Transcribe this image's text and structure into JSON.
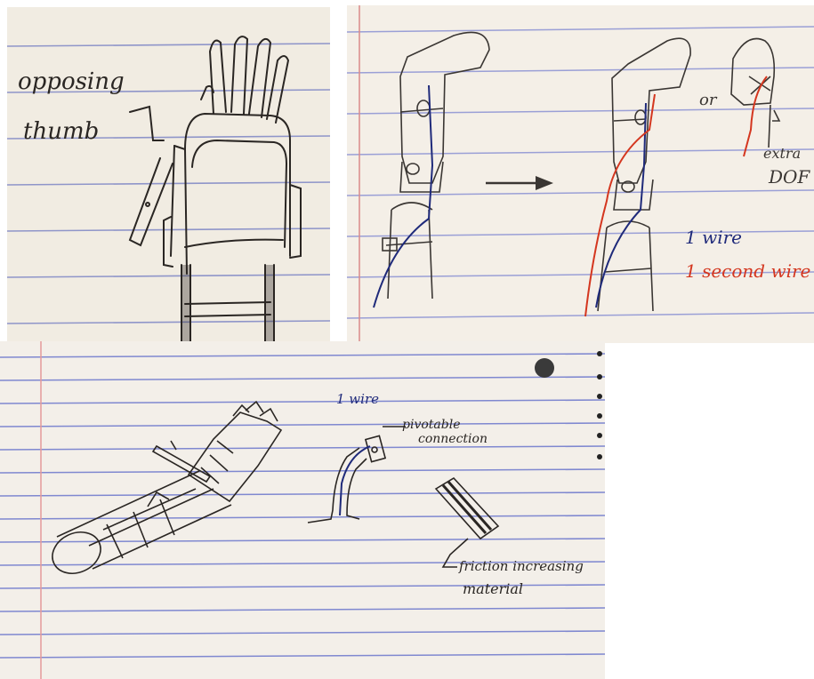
{
  "photo_1": {
    "labels": {
      "line_1": "opposing",
      "line_2": "thumb"
    },
    "colors": {
      "paper": "#f1ece2",
      "rule": "#8f95c9",
      "pencil": "#2a2623"
    }
  },
  "photo_2": {
    "labels": {
      "or": "or",
      "extra_1": "extra",
      "extra_2": "DOF",
      "legend_blue": "1 wire",
      "legend_red": "1 second wire"
    },
    "colors": {
      "paper": "#f4efe7",
      "rule": "#9a9fd6",
      "margin": "#d98a8a",
      "blue_ink": "#1f2a7a",
      "red_ink": "#d4361f",
      "pencil": "#3a3633"
    }
  },
  "photo_3": {
    "labels": {
      "wire": "1 wire",
      "pivot_1": "pivotable",
      "pivot_2": "connection",
      "friction_1": "friction increasing",
      "friction_2": "material"
    },
    "colors": {
      "paper": "#f3efe9",
      "rule": "#7f88d0",
      "margin": "#e59a9a",
      "blue_ink": "#1f2a7a",
      "pencil": "#2a2623"
    }
  }
}
